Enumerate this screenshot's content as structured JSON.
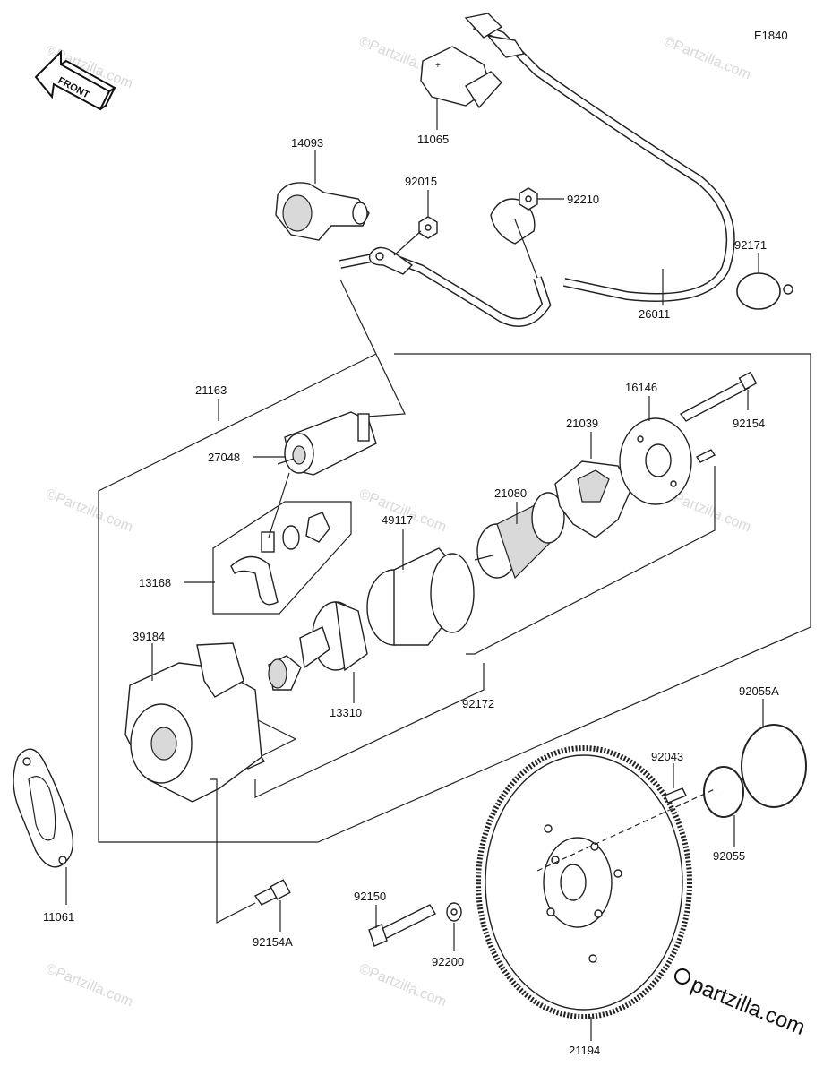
{
  "diagram_code": "E1840",
  "front_label": "FRONT",
  "brand": "partzilla.com",
  "watermark": "©Partzilla.com",
  "labels": {
    "p11065": "11065",
    "p14093": "14093",
    "p92015": "92015",
    "p92210": "92210",
    "p92171": "92171",
    "p26011": "26011",
    "p21163": "21163",
    "p16146": "16146",
    "p92154": "92154",
    "p21039": "21039",
    "p27048": "27048",
    "p21080": "21080",
    "p49117": "49117",
    "p13168": "13168",
    "p39184": "39184",
    "p13310": "13310",
    "p92172": "92172",
    "p92055A": "92055A",
    "p92043": "92043",
    "p92055": "92055",
    "p11061": "11061",
    "p92150": "92150",
    "p92154A": "92154A",
    "p92200": "92200",
    "p21194": "21194"
  }
}
